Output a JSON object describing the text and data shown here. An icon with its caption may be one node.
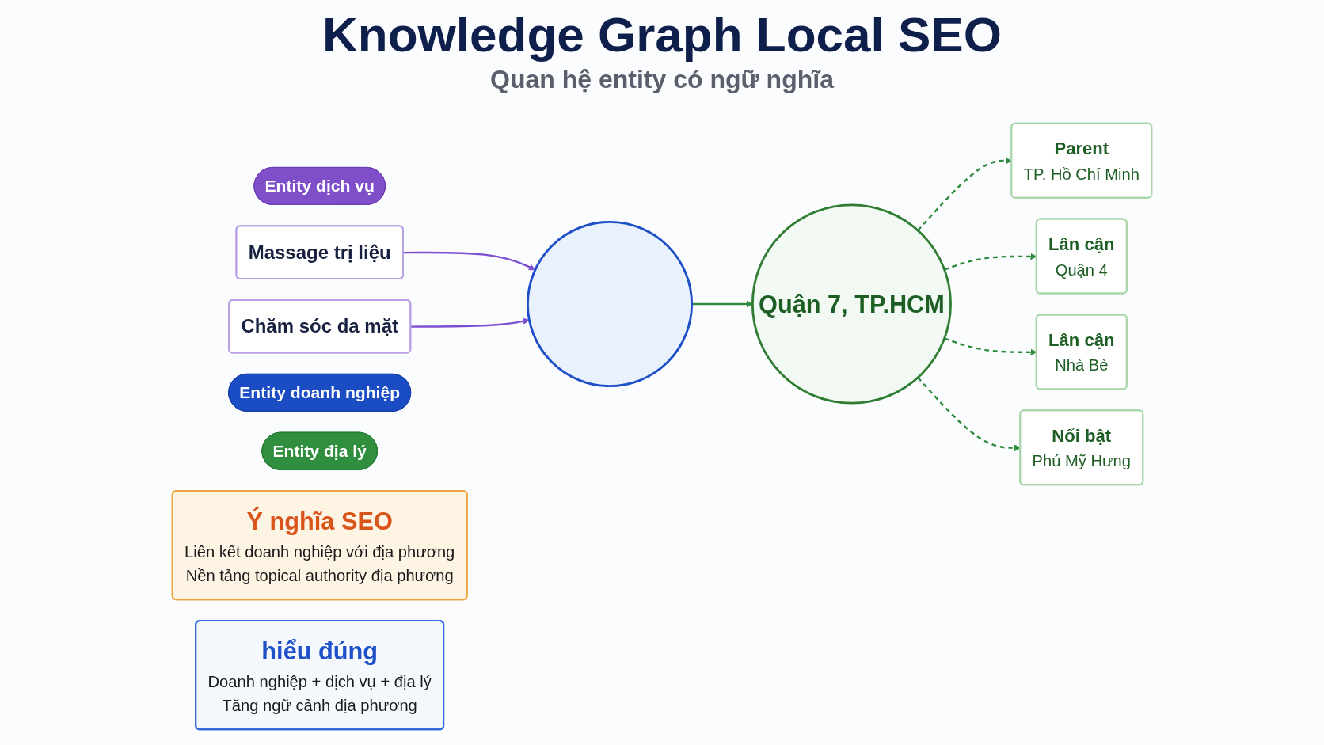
{
  "diagram": {
    "title": "Knowledge Graph Local SEO",
    "nodes": [
      {
        "text": [
          "Entity dịch vụ"
        ]
      },
      {
        "text": [
          "Massage trị liệu"
        ]
      },
      {
        "text": [
          "Chăm sóc da mặt"
        ]
      },
      {
        "text": [],
        "shape": "circle"
      },
      {
        "text": [
          "Entity doanh nghiệp"
        ]
      },
      {
        "text": [
          "Entity địa lý"
        ]
      },
      {
        "text": [
          "Quận 7, TP.HCM"
        ]
      },
      {
        "text": [
          "Parent",
          "TP. Hồ Chí Minh"
        ]
      },
      {
        "text": [
          "Lân cận",
          "Quận 4"
        ]
      },
      {
        "text": [
          "Lân cận",
          "Nhà Bè"
        ]
      },
      {
        "text": [
          "Nổi bật",
          "Phú Mỹ Hưng"
        ]
      },
      {
        "text": [
          "Ý nghĩa SEO",
          "Liên kết doanh nghiệp với địa phương",
          "Nền tảng topical authority địa phương"
        ]
      },
      {
        "text": [
          "hiểu đúng",
          "Doanh nghiệp + dịch vụ + địa lý",
          "Tăng ngữ cảnh địa phương"
        ]
      }
    ],
    "edges": [
      {
        "from": 1,
        "to": 3,
        "arrow": "to",
        "color": "#7b4fd0"
      },
      {
        "from": 2,
        "to": 3,
        "arrow": "to",
        "color": "#7b4fd0"
      },
      {
        "from": 3,
        "to": 6,
        "arrow": "to"
      },
      {
        "from": 6,
        "to": 7,
        "arrow": "to",
        "style": "dashed"
      },
      {
        "from": 6,
        "to": 8,
        "arrow": "to",
        "style": "dashed"
      },
      {
        "from": 6,
        "to": 9,
        "arrow": "to",
        "style": "dashed"
      },
      {
        "from": 6,
        "to": 10,
        "arrow": "to",
        "style": "dashed"
      }
    ],
    "labels": [
      "Quan hệ entity có ngữ nghĩa"
    ]
  }
}
